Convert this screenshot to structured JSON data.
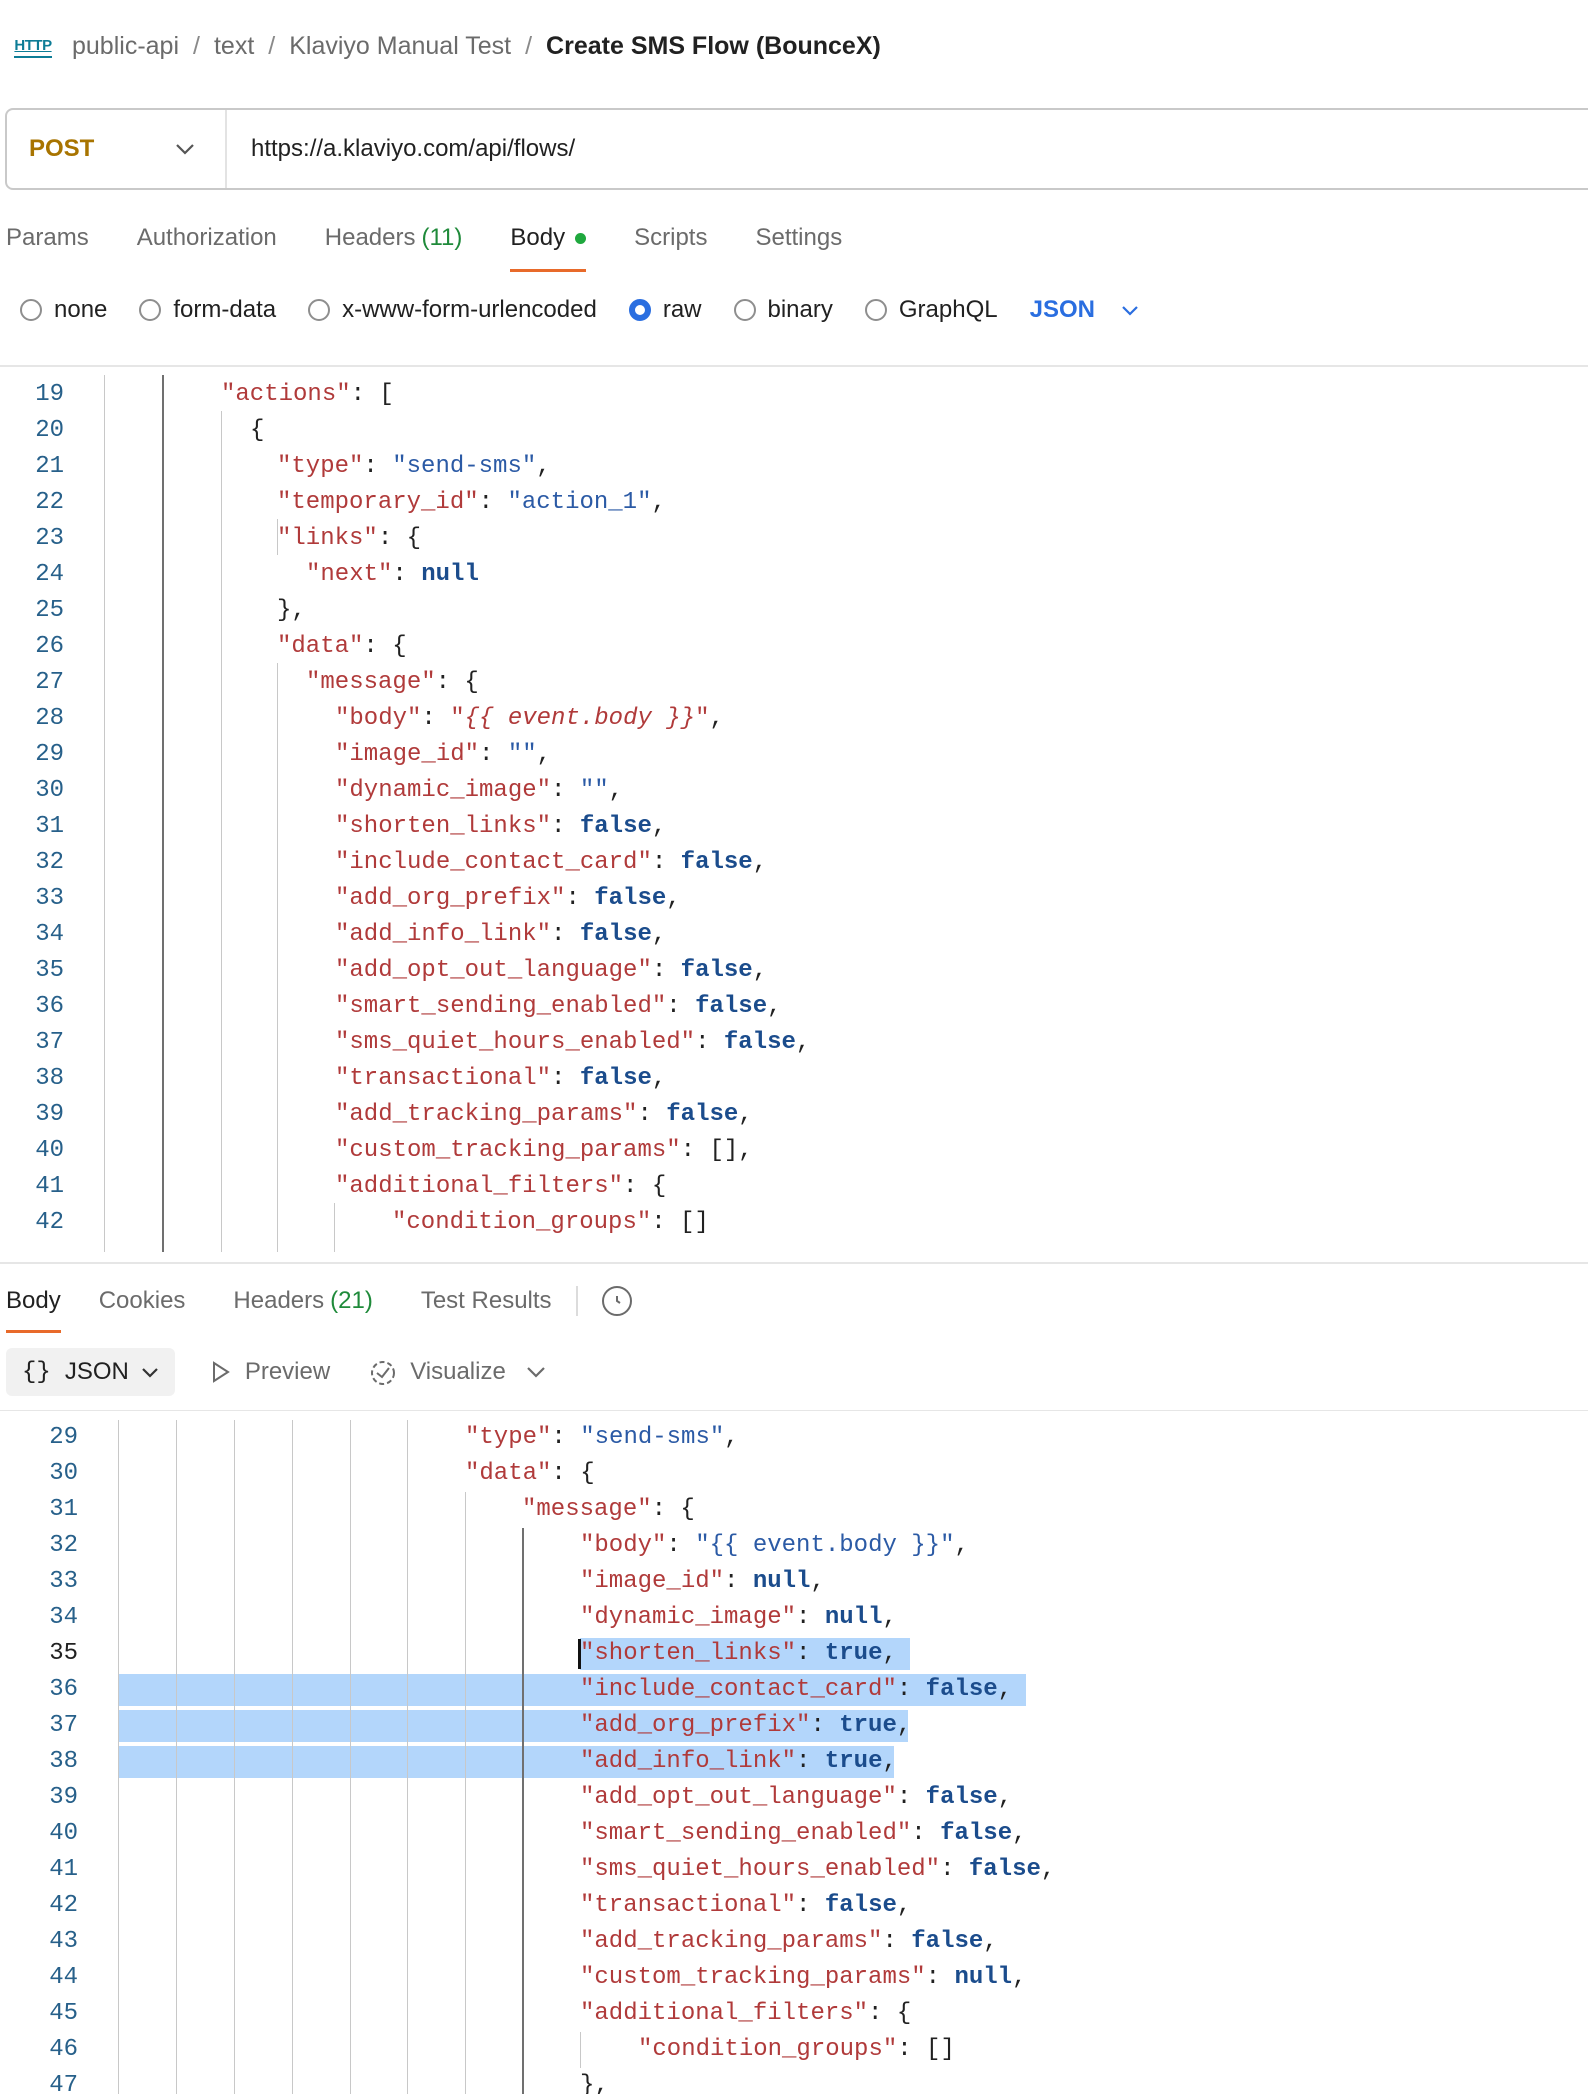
{
  "breadcrumb": {
    "badge": "HTTP",
    "items": [
      "public-api",
      "text",
      "Klaviyo Manual Test"
    ],
    "separator": "/",
    "current": "Create SMS Flow (BounceX)"
  },
  "request": {
    "method": "POST",
    "url": "https://a.klaviyo.com/api/flows/"
  },
  "request_tabs": [
    {
      "label": "Params"
    },
    {
      "label": "Authorization"
    },
    {
      "label": "Headers",
      "count": "(11)"
    },
    {
      "label": "Body"
    },
    {
      "label": "Scripts"
    },
    {
      "label": "Settings"
    }
  ],
  "body_modes": {
    "options": [
      "none",
      "form-data",
      "x-www-form-urlencoded",
      "raw",
      "binary",
      "GraphQL"
    ],
    "selected": "raw",
    "format": "JSON"
  },
  "request_code": [
    {
      "n": "19",
      "tokens": [
        [
          "k",
          "\"actions\""
        ],
        [
          "p",
          ": ["
        ]
      ]
    },
    {
      "n": "20",
      "tokens": [
        [
          "p",
          "{"
        ]
      ]
    },
    {
      "n": "21",
      "tokens": [
        [
          "k",
          "\"type\""
        ],
        [
          "p",
          ": "
        ],
        [
          "s",
          "\"send-sms\""
        ],
        [
          "p",
          ","
        ]
      ]
    },
    {
      "n": "22",
      "tokens": [
        [
          "k",
          "\"temporary_id\""
        ],
        [
          "p",
          ": "
        ],
        [
          "s",
          "\"action_1\""
        ],
        [
          "p",
          ","
        ]
      ]
    },
    {
      "n": "23",
      "tokens": [
        [
          "k",
          "\"links\""
        ],
        [
          "p",
          ": {"
        ]
      ]
    },
    {
      "n": "24",
      "tokens": [
        [
          "k",
          "\"next\""
        ],
        [
          "p",
          ": "
        ],
        [
          "kw",
          "null"
        ]
      ]
    },
    {
      "n": "25",
      "tokens": [
        [
          "p",
          "},"
        ]
      ]
    },
    {
      "n": "26",
      "tokens": [
        [
          "k",
          "\"data\""
        ],
        [
          "p",
          ": {"
        ]
      ]
    },
    {
      "n": "27",
      "tokens": [
        [
          "k",
          "\"message\""
        ],
        [
          "p",
          ": {"
        ]
      ]
    },
    {
      "n": "28",
      "tokens": [
        [
          "k",
          "\"body\""
        ],
        [
          "p",
          ": "
        ],
        [
          "k",
          "\""
        ],
        [
          "tmpl",
          "{{ event.body }}"
        ],
        [
          "k",
          "\""
        ],
        [
          "p",
          ","
        ]
      ]
    },
    {
      "n": "29",
      "tokens": [
        [
          "k",
          "\"image_id\""
        ],
        [
          "p",
          ": "
        ],
        [
          "s",
          "\"\""
        ],
        [
          "p",
          ","
        ]
      ]
    },
    {
      "n": "30",
      "tokens": [
        [
          "k",
          "\"dynamic_image\""
        ],
        [
          "p",
          ": "
        ],
        [
          "s",
          "\"\""
        ],
        [
          "p",
          ","
        ]
      ]
    },
    {
      "n": "31",
      "tokens": [
        [
          "k",
          "\"shorten_links\""
        ],
        [
          "p",
          ": "
        ],
        [
          "kw",
          "false"
        ],
        [
          "p",
          ","
        ]
      ]
    },
    {
      "n": "32",
      "tokens": [
        [
          "k",
          "\"include_contact_card\""
        ],
        [
          "p",
          ": "
        ],
        [
          "kw",
          "false"
        ],
        [
          "p",
          ","
        ]
      ]
    },
    {
      "n": "33",
      "tokens": [
        [
          "k",
          "\"add_org_prefix\""
        ],
        [
          "p",
          ": "
        ],
        [
          "kw",
          "false"
        ],
        [
          "p",
          ","
        ]
      ]
    },
    {
      "n": "34",
      "tokens": [
        [
          "k",
          "\"add_info_link\""
        ],
        [
          "p",
          ": "
        ],
        [
          "kw",
          "false"
        ],
        [
          "p",
          ","
        ]
      ]
    },
    {
      "n": "35",
      "tokens": [
        [
          "k",
          "\"add_opt_out_language\""
        ],
        [
          "p",
          ": "
        ],
        [
          "kw",
          "false"
        ],
        [
          "p",
          ","
        ]
      ]
    },
    {
      "n": "36",
      "tokens": [
        [
          "k",
          "\"smart_sending_enabled\""
        ],
        [
          "p",
          ": "
        ],
        [
          "kw",
          "false"
        ],
        [
          "p",
          ","
        ]
      ]
    },
    {
      "n": "37",
      "tokens": [
        [
          "k",
          "\"sms_quiet_hours_enabled\""
        ],
        [
          "p",
          ": "
        ],
        [
          "kw",
          "false"
        ],
        [
          "p",
          ","
        ]
      ]
    },
    {
      "n": "38",
      "tokens": [
        [
          "k",
          "\"transactional\""
        ],
        [
          "p",
          ": "
        ],
        [
          "kw",
          "false"
        ],
        [
          "p",
          ","
        ]
      ]
    },
    {
      "n": "39",
      "tokens": [
        [
          "k",
          "\"add_tracking_params\""
        ],
        [
          "p",
          ": "
        ],
        [
          "kw",
          "false"
        ],
        [
          "p",
          ","
        ]
      ]
    },
    {
      "n": "40",
      "tokens": [
        [
          "k",
          "\"custom_tracking_params\""
        ],
        [
          "p",
          ": [],"
        ]
      ]
    },
    {
      "n": "41",
      "tokens": [
        [
          "k",
          "\"additional_filters\""
        ],
        [
          "p",
          ": {"
        ]
      ]
    },
    {
      "n": "42",
      "tokens": [
        [
          "k",
          "\"condition_groups\""
        ],
        [
          "p",
          ": []"
        ]
      ]
    }
  ],
  "response_tabs": [
    {
      "label": "Body"
    },
    {
      "label": "Cookies"
    },
    {
      "label": "Headers",
      "count": "(21)"
    },
    {
      "label": "Test Results"
    }
  ],
  "response_format": {
    "json_label": "JSON",
    "preview_label": "Preview",
    "visualize_label": "Visualize"
  },
  "response_code": [
    {
      "n": "29",
      "tokens": [
        [
          "k",
          "\"type\""
        ],
        [
          "p",
          ": "
        ],
        [
          "s",
          "\"send-sms\""
        ],
        [
          "p",
          ","
        ]
      ]
    },
    {
      "n": "30",
      "tokens": [
        [
          "k",
          "\"data\""
        ],
        [
          "p",
          ": {"
        ]
      ]
    },
    {
      "n": "31",
      "tokens": [
        [
          "k",
          "\"message\""
        ],
        [
          "p",
          ": {"
        ]
      ]
    },
    {
      "n": "32",
      "tokens": [
        [
          "k",
          "\"body\""
        ],
        [
          "p",
          ": "
        ],
        [
          "s",
          "\"{{ event.body }}\""
        ],
        [
          "p",
          ","
        ]
      ]
    },
    {
      "n": "33",
      "tokens": [
        [
          "k",
          "\"image_id\""
        ],
        [
          "p",
          ": "
        ],
        [
          "kw",
          "null"
        ],
        [
          "p",
          ","
        ]
      ]
    },
    {
      "n": "34",
      "tokens": [
        [
          "k",
          "\"dynamic_image\""
        ],
        [
          "p",
          ": "
        ],
        [
          "kw",
          "null"
        ],
        [
          "p",
          ","
        ]
      ]
    },
    {
      "n": "35",
      "tokens": [
        [
          "k",
          "\"shorten_links\""
        ],
        [
          "p",
          ": "
        ],
        [
          "kw",
          "true"
        ],
        [
          "p",
          ","
        ]
      ]
    },
    {
      "n": "36",
      "tokens": [
        [
          "k",
          "\"include_contact_card\""
        ],
        [
          "p",
          ": "
        ],
        [
          "kw",
          "false"
        ],
        [
          "p",
          ","
        ]
      ]
    },
    {
      "n": "37",
      "tokens": [
        [
          "k",
          "\"add_org_prefix\""
        ],
        [
          "p",
          ": "
        ],
        [
          "kw",
          "true"
        ],
        [
          "p",
          ","
        ]
      ]
    },
    {
      "n": "38",
      "tokens": [
        [
          "k",
          "\"add_info_link\""
        ],
        [
          "p",
          ": "
        ],
        [
          "kw",
          "true"
        ],
        [
          "p",
          ","
        ]
      ]
    },
    {
      "n": "39",
      "tokens": [
        [
          "k",
          "\"add_opt_out_language\""
        ],
        [
          "p",
          ": "
        ],
        [
          "kw",
          "false"
        ],
        [
          "p",
          ","
        ]
      ]
    },
    {
      "n": "40",
      "tokens": [
        [
          "k",
          "\"smart_sending_enabled\""
        ],
        [
          "p",
          ": "
        ],
        [
          "kw",
          "false"
        ],
        [
          "p",
          ","
        ]
      ]
    },
    {
      "n": "41",
      "tokens": [
        [
          "k",
          "\"sms_quiet_hours_enabled\""
        ],
        [
          "p",
          ": "
        ],
        [
          "kw",
          "false"
        ],
        [
          "p",
          ","
        ]
      ]
    },
    {
      "n": "42",
      "tokens": [
        [
          "k",
          "\"transactional\""
        ],
        [
          "p",
          ": "
        ],
        [
          "kw",
          "false"
        ],
        [
          "p",
          ","
        ]
      ]
    },
    {
      "n": "43",
      "tokens": [
        [
          "k",
          "\"add_tracking_params\""
        ],
        [
          "p",
          ": "
        ],
        [
          "kw",
          "false"
        ],
        [
          "p",
          ","
        ]
      ]
    },
    {
      "n": "44",
      "tokens": [
        [
          "k",
          "\"custom_tracking_params\""
        ],
        [
          "p",
          ": "
        ],
        [
          "kw",
          "null"
        ],
        [
          "p",
          ","
        ]
      ]
    },
    {
      "n": "45",
      "tokens": [
        [
          "k",
          "\"additional_filters\""
        ],
        [
          "p",
          ": {"
        ]
      ]
    },
    {
      "n": "46",
      "tokens": [
        [
          "k",
          "\"condition_groups\""
        ],
        [
          "p",
          ": []"
        ]
      ]
    },
    {
      "n": "47",
      "tokens": [
        [
          "p",
          "},"
        ]
      ]
    }
  ]
}
